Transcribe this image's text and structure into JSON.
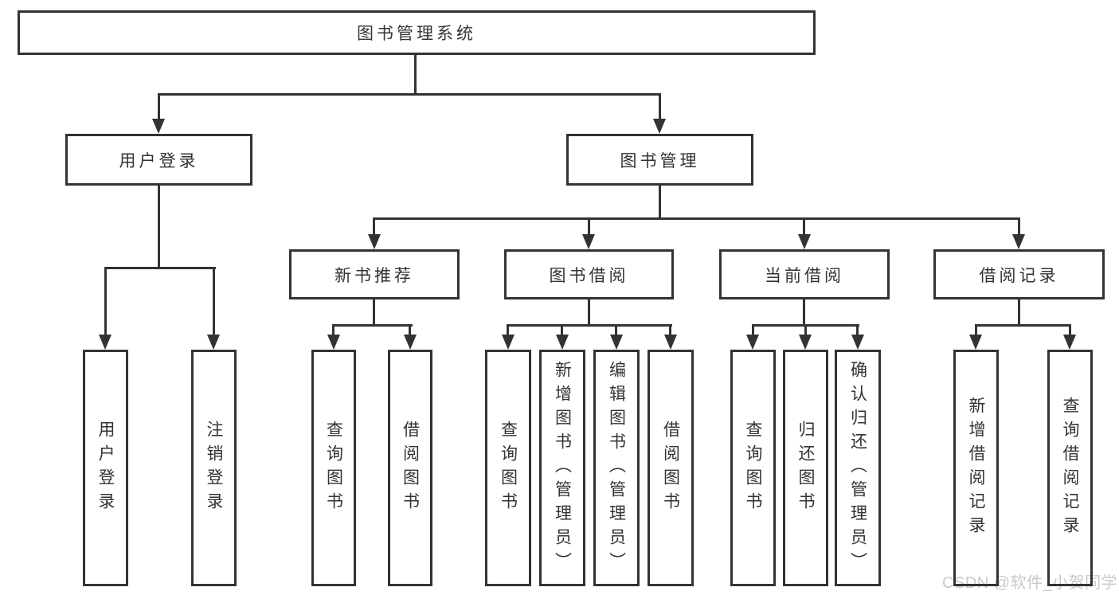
{
  "tree": {
    "label": "图书管理系统",
    "children": [
      {
        "label": "用户登录",
        "children": [
          {
            "label": "用户登录"
          },
          {
            "label": "注销登录"
          }
        ]
      },
      {
        "label": "图书管理",
        "children": [
          {
            "label": "新书推荐",
            "children": [
              {
                "label": "查询图书"
              },
              {
                "label": "借阅图书"
              }
            ]
          },
          {
            "label": "图书借阅",
            "children": [
              {
                "label": "查询图书"
              },
              {
                "label": "新增图书（管理员）"
              },
              {
                "label": "编辑图书（管理员）"
              },
              {
                "label": "借阅图书"
              }
            ]
          },
          {
            "label": "当前借阅",
            "children": [
              {
                "label": "查询图书"
              },
              {
                "label": "归还图书"
              },
              {
                "label": "确认归还（管理员）"
              }
            ]
          },
          {
            "label": "借阅记录",
            "children": [
              {
                "label": "新增借阅记录"
              },
              {
                "label": "查询借阅记录"
              }
            ]
          }
        ]
      }
    ]
  },
  "watermark": {
    "text": "CSDN @软件_小贺同学"
  },
  "colors": {
    "line": "#333333",
    "text": "#333333",
    "background": "#ffffff",
    "watermark": "#c9c9c9"
  }
}
